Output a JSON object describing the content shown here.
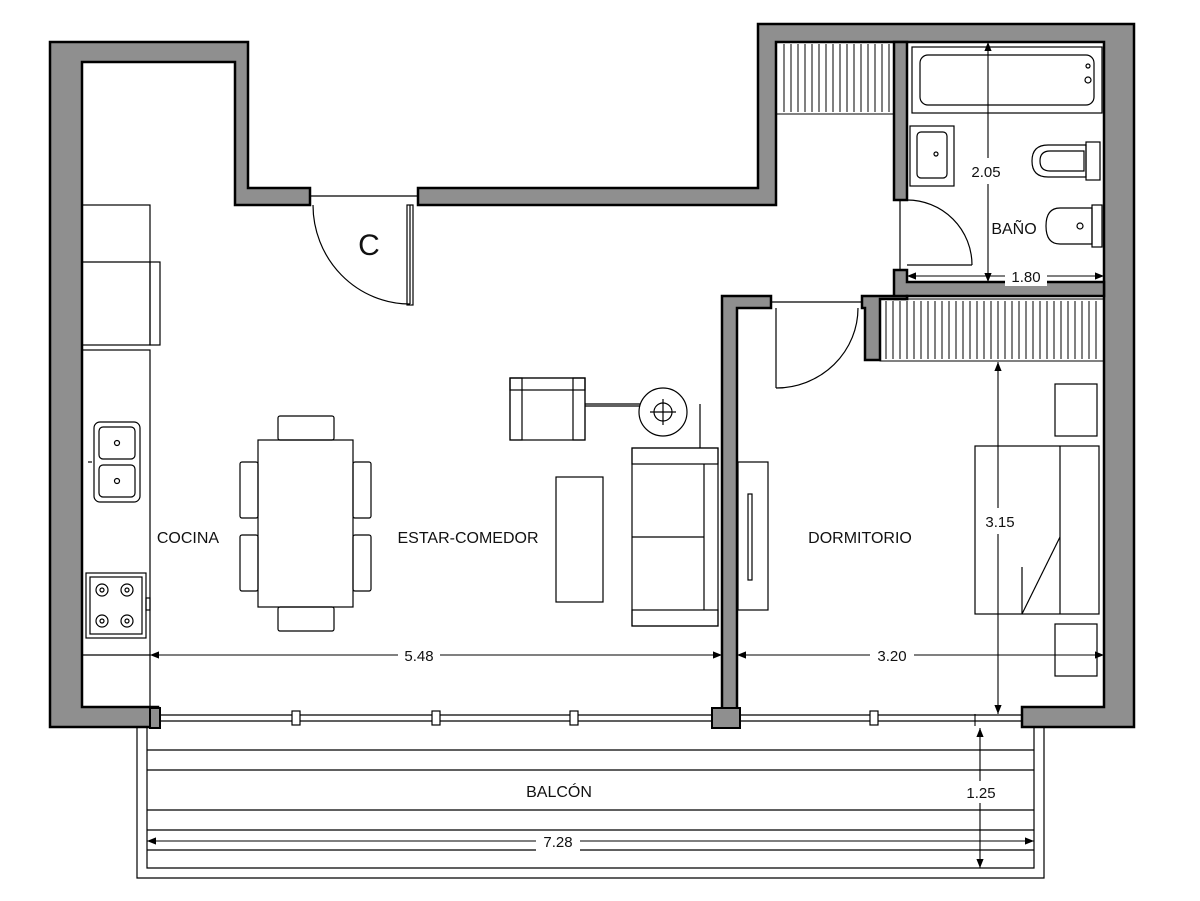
{
  "rooms": {
    "cocina": "COCINA",
    "estar_comedor": "ESTAR-COMEDOR",
    "dormitorio": "DORMITORIO",
    "bano": "BAÑO",
    "balcon": "BALCÓN",
    "closet": "C"
  },
  "dimensions": {
    "living_width": "5.48",
    "bedroom_width": "3.20",
    "bedroom_depth": "3.15",
    "bath_depth": "2.05",
    "bath_width": "1.80",
    "balcony_depth": "1.25",
    "balcony_width": "7.28"
  },
  "colors": {
    "wall_fill": "#8f8f8f",
    "line": "#000000",
    "background": "#ffffff"
  }
}
